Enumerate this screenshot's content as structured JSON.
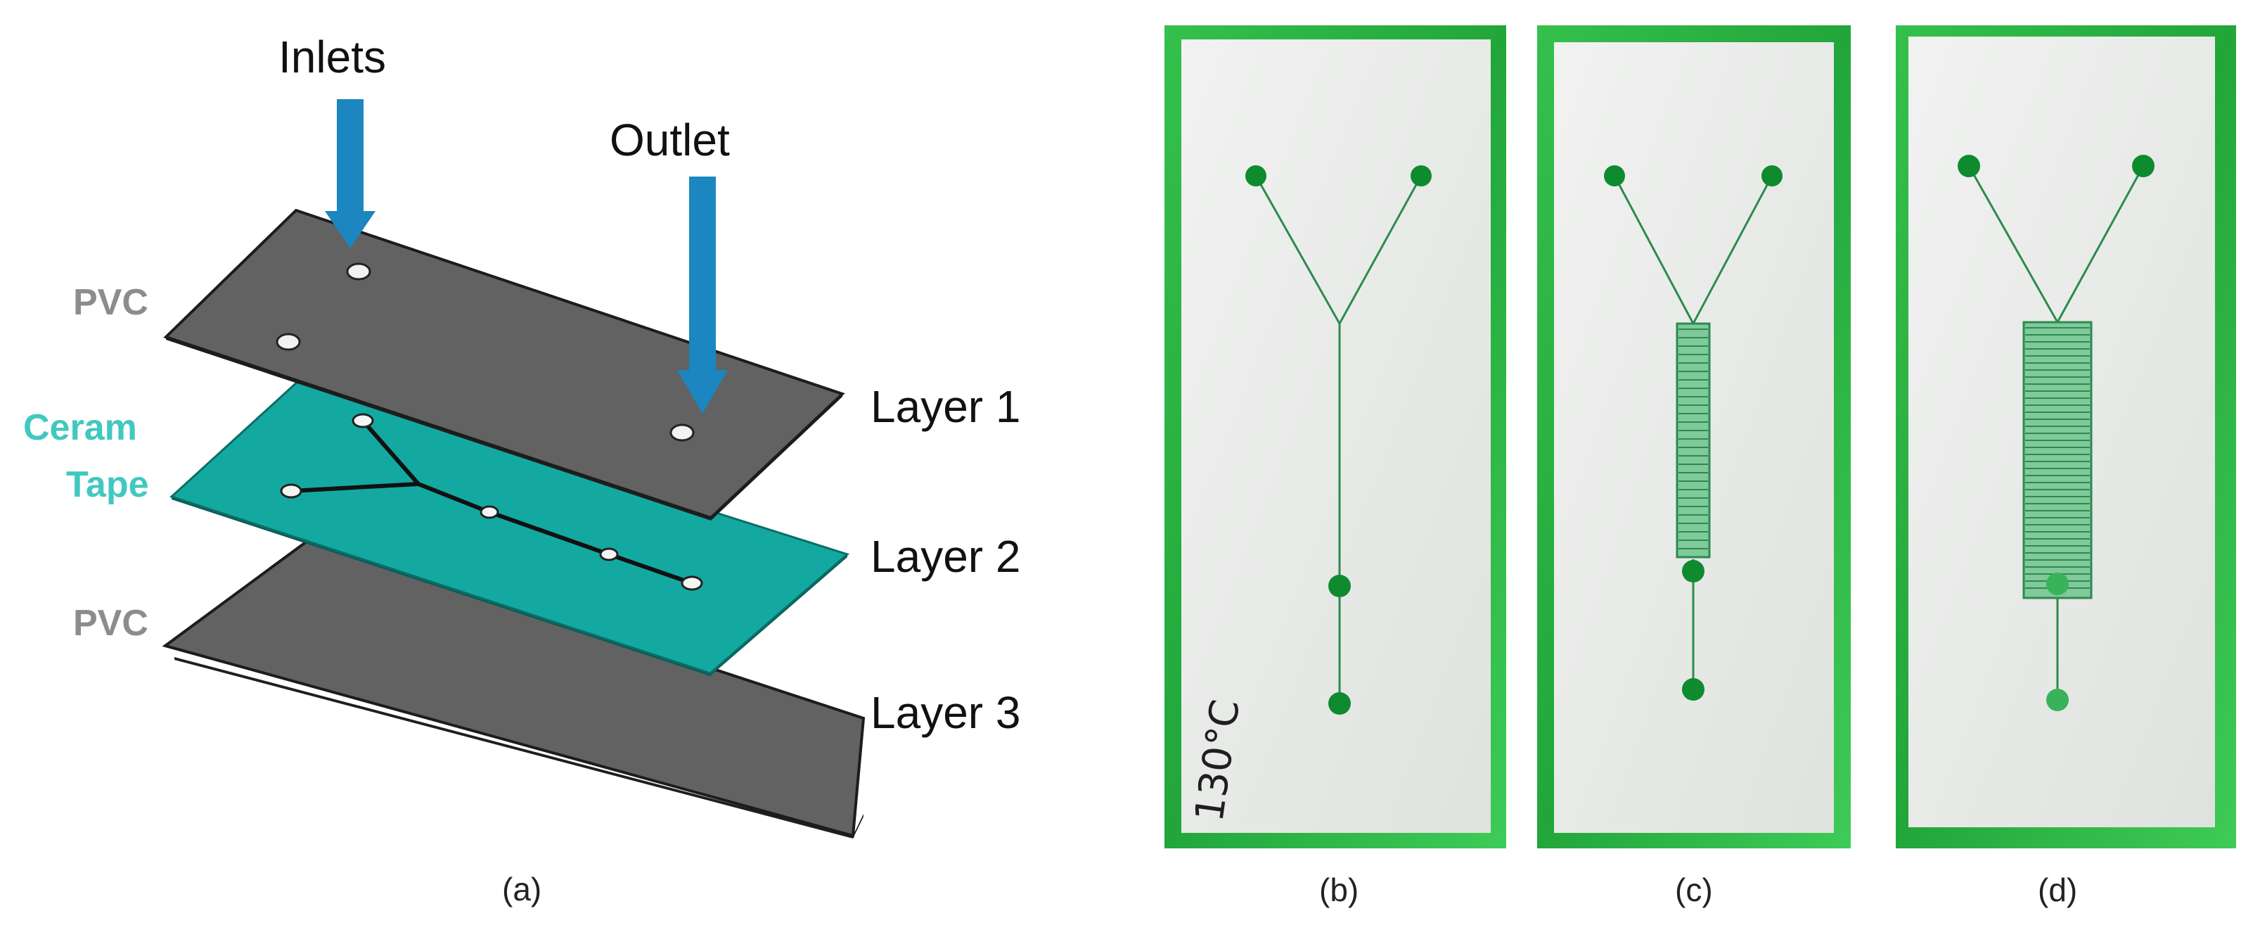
{
  "labels": {
    "inlets": "Inlets",
    "outlet": "Outlet",
    "pvc_top": "PVC",
    "ceram": "Ceram",
    "tape": "Tape",
    "pvc_bottom": "PVC",
    "layer1": "Layer 1",
    "layer2": "Layer 2",
    "layer3": "Layer 3"
  },
  "captions": {
    "a": "(a)",
    "b": "(b)",
    "c": "(c)",
    "d": "(d)"
  },
  "handwriting": "130°C",
  "colors": {
    "pvc": "#616161",
    "ceram_tape": "#13a9a0",
    "ceram_label": "#41c8c0",
    "pvc_label": "#8c8c8c",
    "arrow": "#1b86bf",
    "board_frame": "#29b842",
    "chip_face": "#e9ebe9",
    "channel": "#2d8a4e",
    "well": "#0e8b2f"
  }
}
